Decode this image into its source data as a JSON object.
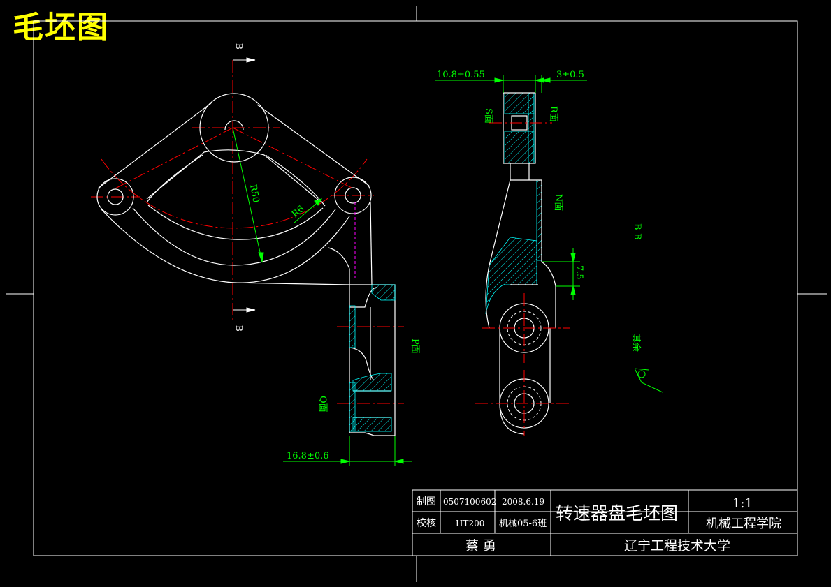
{
  "heading": "毛坯图",
  "section_marks": {
    "top": "B",
    "bottom": "B",
    "section_title": "B-B"
  },
  "dimensions": {
    "top_left_width": "10.8±0.55",
    "top_right_offset": "3±0.5",
    "radius": "R50",
    "small_radius": "R6",
    "bottom_width": "16.8±0.6",
    "step_height": "7.5"
  },
  "surface_labels": {
    "s": "S面",
    "r": "R面",
    "n": "N面",
    "p": "P面",
    "q": "Q面"
  },
  "roughness_note": "其余",
  "title_block": {
    "drawn_label": "制图",
    "drawn_number": "0507100602",
    "date": "2008.6.19",
    "check_label": "校核",
    "material": "HT200",
    "class": "机械05-6班",
    "part_name": "转速器盘毛坯图",
    "scale": "1:1",
    "department": "机械工程学院",
    "designer": "蔡 勇",
    "university": "辽宁工程技术大学"
  },
  "colors": {
    "background": "#000000",
    "outline": "#ffffff",
    "center_line": "#ff0000",
    "dimension": "#00ff00",
    "hatch": "#00ffff",
    "hidden_line": "#ff00ff",
    "heading": "#ffff00"
  }
}
